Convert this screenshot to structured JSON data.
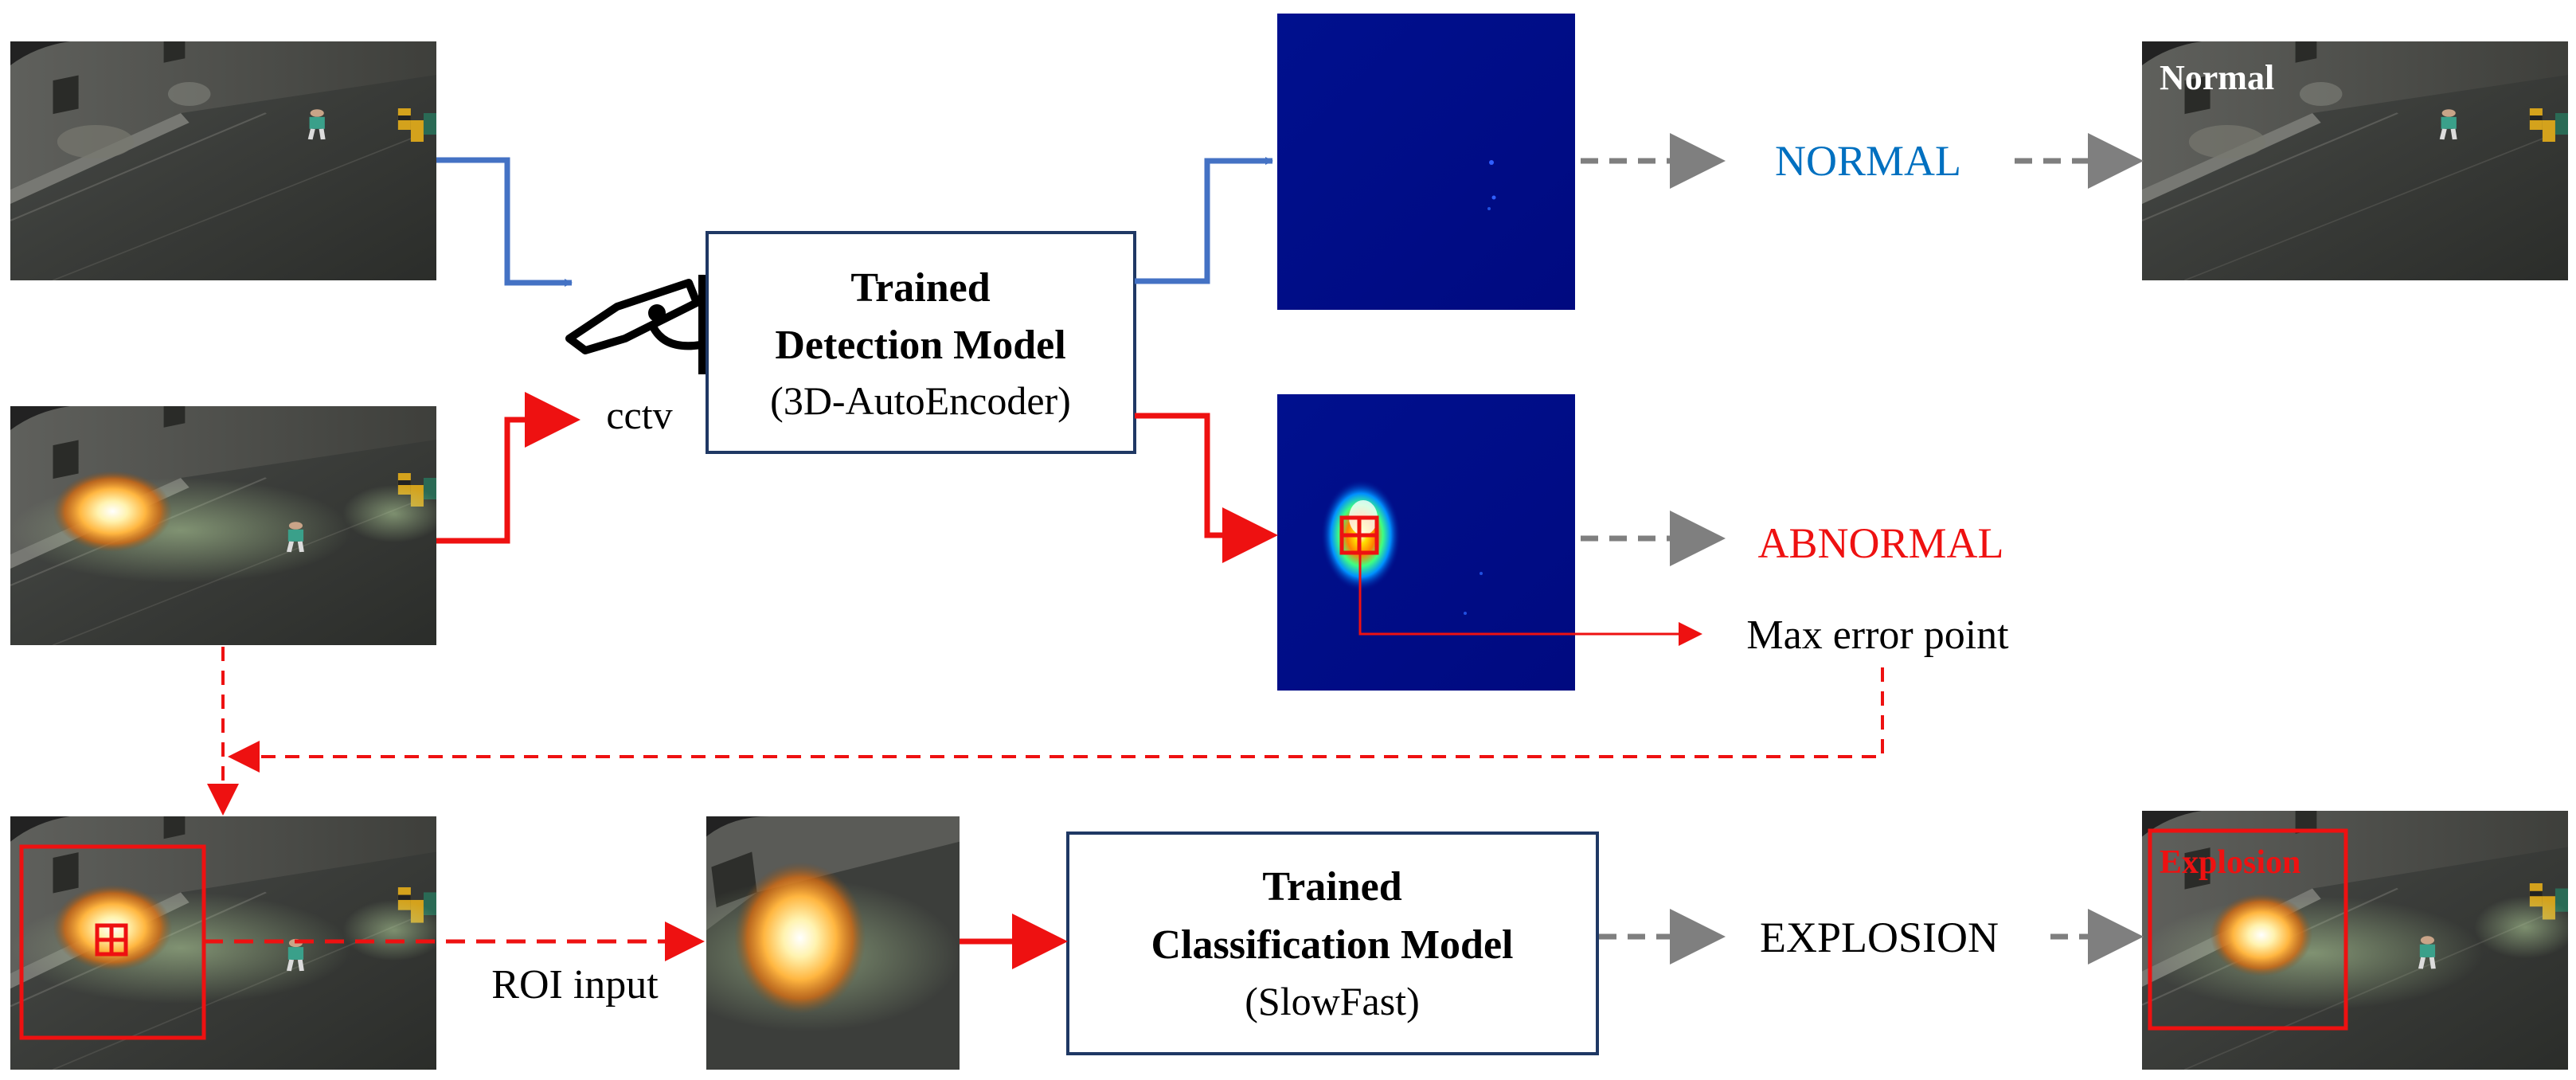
{
  "colors": {
    "blue": "#4472c4",
    "red": "#ee1111",
    "gray": "#7f7f7f",
    "box_border": "#1f3864",
    "normal_text": "#0070c0",
    "abnormal_text": "#ee1111",
    "heatmap_bg": "#000f8f"
  },
  "camera": {
    "label": "cctv",
    "icon": "cctv-camera-icon"
  },
  "detection_model": {
    "line1": "Trained",
    "line2": "Detection Model",
    "line3": "(3D-AutoEncoder)"
  },
  "classification_model": {
    "line1": "Trained",
    "line2": "Classification Model",
    "line3": "(SlowFast)"
  },
  "outputs": {
    "normal": "NORMAL",
    "abnormal": "ABNORMAL",
    "max_error": "Max error point",
    "explosion": "EXPLOSION",
    "roi_input": "ROI input"
  },
  "frame_overlays": {
    "normal_frame": "Normal",
    "explosion_frame": "Explosion"
  }
}
